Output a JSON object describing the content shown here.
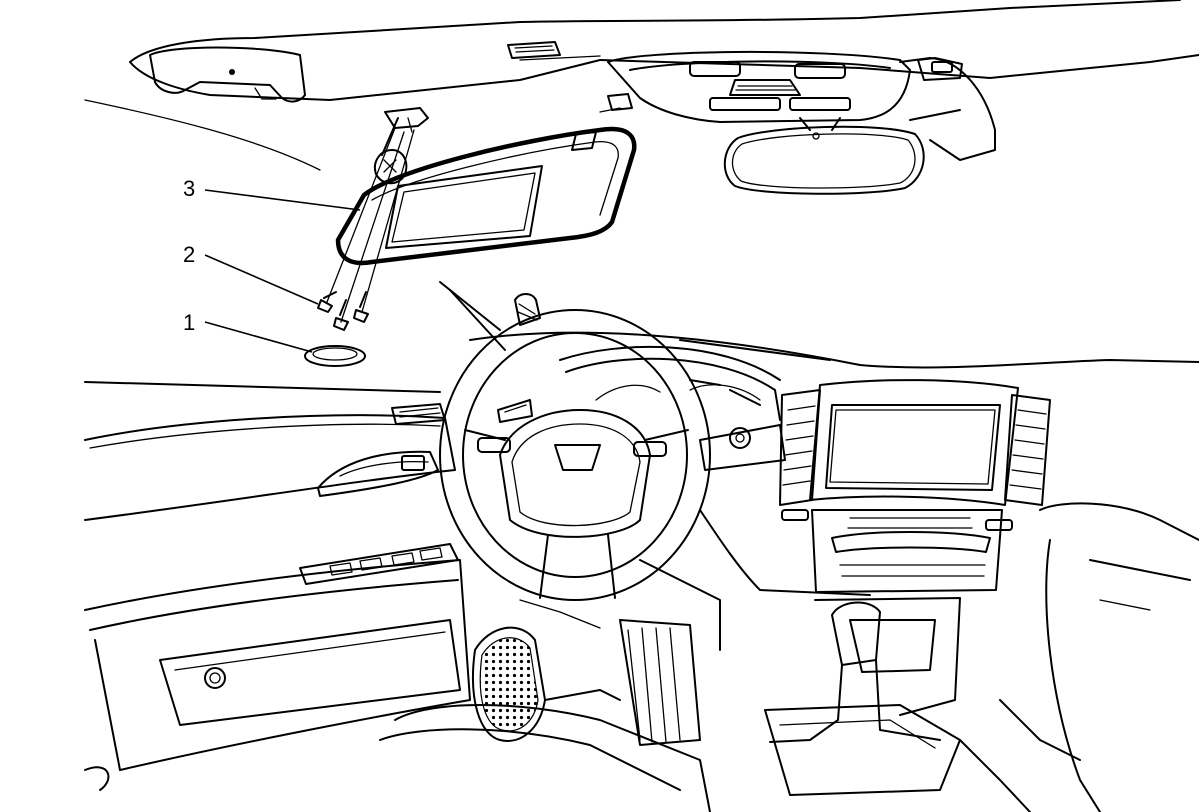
{
  "callouts": [
    {
      "number": "1"
    },
    {
      "number": "2"
    },
    {
      "number": "3"
    }
  ],
  "colors": {
    "line": "#000000",
    "background": "#ffffff"
  }
}
